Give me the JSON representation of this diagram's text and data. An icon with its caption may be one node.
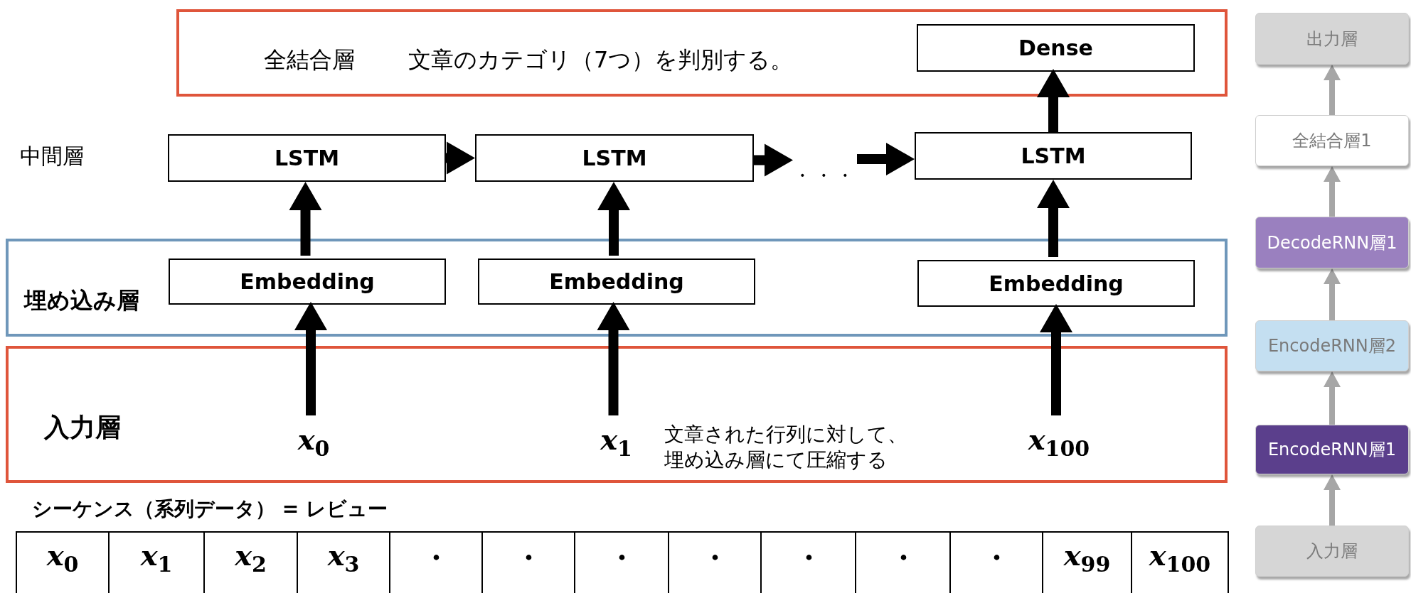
{
  "diagram": {
    "nodes": [
      {
        "text": [
          "全結合層",
          "文章のカテゴリ（7つ）を判別する。"
        ]
      },
      {
        "text": [
          "Dense"
        ],
        "in": 0
      },
      {
        "text": [
          "LSTM"
        ]
      },
      {
        "text": [
          "LSTM"
        ]
      },
      {
        "text": [
          "・・・"
        ]
      },
      {
        "text": [
          "LSTM"
        ]
      },
      {
        "text": [
          "埋め込み層"
        ]
      },
      {
        "text": [
          "Embedding"
        ],
        "in": 6
      },
      {
        "text": [
          "Embedding"
        ],
        "in": 6
      },
      {
        "text": [
          "Embedding"
        ],
        "in": 6
      },
      {
        "text": [
          "入力層",
          "文章された行列に対して、埋め込み層にて圧縮する"
        ]
      },
      {
        "text": [
          "*x*$_{0}$"
        ],
        "in": 10
      },
      {
        "text": [
          "*x*$_{1}$"
        ],
        "in": 10
      },
      {
        "text": [
          "*x*$_{100}$"
        ],
        "in": 10
      },
      {
        "text": [
          "出力層"
        ]
      },
      {
        "text": [
          "全結合層1"
        ]
      },
      {
        "text": [
          "DecodeRNN層1"
        ]
      },
      {
        "text": [
          "EncodeRNN層2"
        ]
      },
      {
        "text": [
          "EncodeRNN層1"
        ]
      },
      {
        "text": [
          "入力層"
        ]
      }
    ],
    "edges": [
      {
        "from": 11,
        "to": 7,
        "arrow": "to"
      },
      {
        "from": 12,
        "to": 8,
        "arrow": "to"
      },
      {
        "from": 13,
        "to": 9,
        "arrow": "to"
      },
      {
        "from": 7,
        "to": 2,
        "arrow": "to"
      },
      {
        "from": 8,
        "to": 3,
        "arrow": "to"
      },
      {
        "from": 9,
        "to": 5,
        "arrow": "to"
      },
      {
        "from": 2,
        "to": 3,
        "arrow": "to"
      },
      {
        "from": 3,
        "to": 4,
        "arrow": "to"
      },
      {
        "from": 4,
        "to": 5,
        "arrow": "to"
      },
      {
        "from": 5,
        "to": 1,
        "arrow": "to"
      },
      {
        "from": 19,
        "to": 18,
        "arrow": "to",
        "color": "#a6a6a6"
      },
      {
        "from": 18,
        "to": 17,
        "arrow": "to",
        "color": "#a6a6a6"
      },
      {
        "from": 17,
        "to": 16,
        "arrow": "to",
        "color": "#a6a6a6"
      },
      {
        "from": 16,
        "to": 15,
        "arrow": "to",
        "color": "#a6a6a6"
      },
      {
        "from": 15,
        "to": 14,
        "arrow": "to",
        "color": "#a6a6a6"
      }
    ],
    "labels": [
      "中間層",
      "シーケンス（系列データ） = レビュー",
      "*x*$_{0}$",
      "*x*$_{1}$",
      "*x*$_{2}$",
      "*x*$_{3}$",
      "・",
      "・",
      "・",
      "・",
      "・",
      "・",
      "・",
      "*x*$_{99}$",
      "*x*$_{100}$"
    ]
  }
}
